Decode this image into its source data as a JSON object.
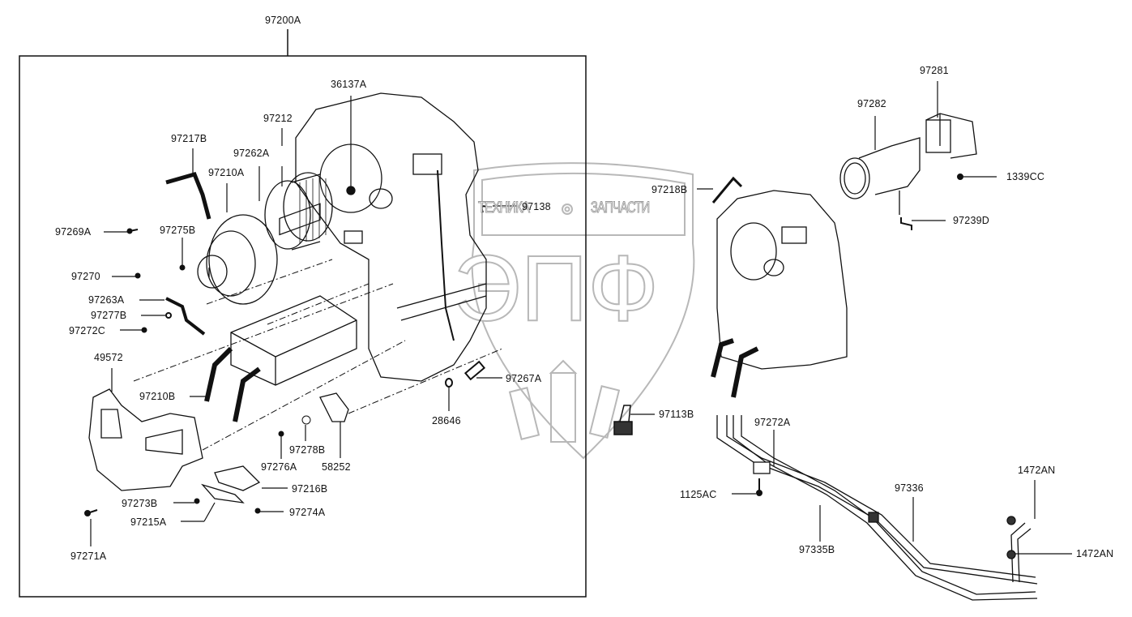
{
  "diagram": {
    "title": "Heater & blower assembly parts diagram",
    "assembly_label": "97200A",
    "watermark": {
      "left_word": "ТЕХНИКА",
      "right_word": "ЗАПЧАСТИ",
      "logo_letters": "ЭПФ",
      "gear_icon": "gear-icon",
      "color": "#9a9a9a"
    },
    "labels": {
      "p97200A": "97200A",
      "p36137A": "36137A",
      "p97212": "97212",
      "p97217B": "97217B",
      "p97262A": "97262A",
      "p97210A": "97210A",
      "p97269A": "97269A",
      "p97275B": "97275B",
      "p97270": "97270",
      "p97263A": "97263A",
      "p97277B": "97277B",
      "p97272C": "97272C",
      "p49572": "49572",
      "p97210B": "97210B",
      "p97276A": "97276A",
      "p97278B": "97278B",
      "p58252": "58252",
      "p97216B": "97216B",
      "p97273B": "97273B",
      "p97215A": "97215A",
      "p97274A": "97274A",
      "p97271A": "97271A",
      "p97138": "97138",
      "p97267A": "97267A",
      "p28646": "28646",
      "p97113B": "97113B",
      "p97218B": "97218B",
      "p97282": "97282",
      "p97281": "97281",
      "p1339CC": "1339CC",
      "p97239D": "97239D",
      "p97272A": "97272A",
      "p1125AC": "1125AC",
      "p97336": "97336",
      "p97335B": "97335B",
      "p1472AN_top": "1472AN",
      "p1472AN_bottom": "1472AN"
    }
  }
}
